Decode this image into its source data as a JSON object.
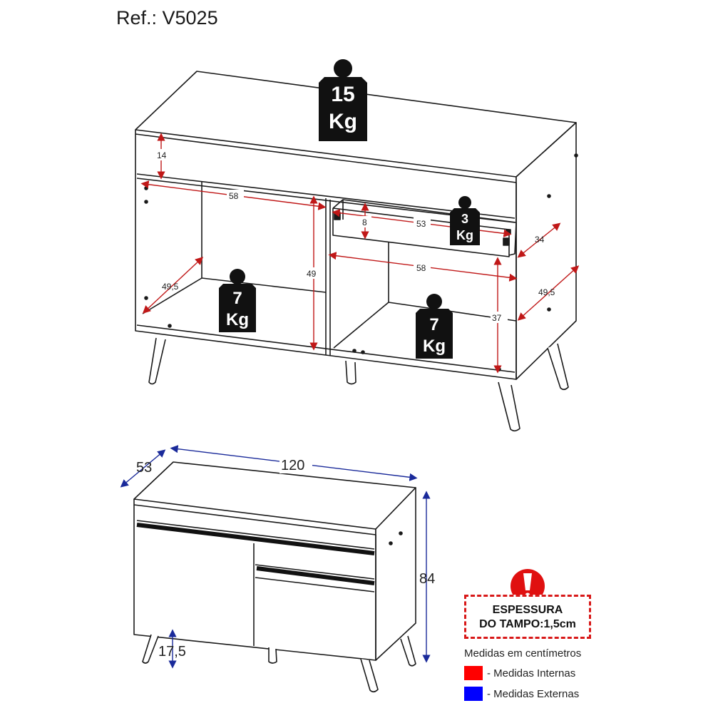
{
  "reference": "Ref.: V5025",
  "weights": {
    "top": {
      "value": "15",
      "unit": "Kg"
    },
    "drawer": {
      "value": "3",
      "unit": "Kg"
    },
    "left_shelf": {
      "value": "7",
      "unit": "Kg"
    },
    "right_shelf": {
      "value": "7",
      "unit": "Kg"
    }
  },
  "internal_dimensions": {
    "top_niche_height": "14",
    "left_width": "58",
    "left_depth": "49,5",
    "left_height": "49",
    "drawer_height": "8",
    "drawer_width": "53",
    "drawer_depth": "34",
    "right_width": "58",
    "right_depth": "49,5",
    "right_height": "37"
  },
  "external_dimensions": {
    "depth": "53",
    "width": "120",
    "height": "84",
    "leg_height": "17,5"
  },
  "notice": {
    "line1": "ESPESSURA",
    "line2": "DO TAMPO:1,5cm"
  },
  "legend": {
    "title": "Medidas em centímetros",
    "internal": {
      "label": "- Medidas Internas",
      "color": "#ff0000"
    },
    "external": {
      "label": "- Medidas Externas",
      "color": "#0000ff"
    }
  },
  "colors": {
    "internal_dim": "#c01818",
    "external_dim": "#1a2a9a",
    "outline": "#1a1a1a",
    "notice_border": "#d81818",
    "warning_icon": "#e01010"
  }
}
